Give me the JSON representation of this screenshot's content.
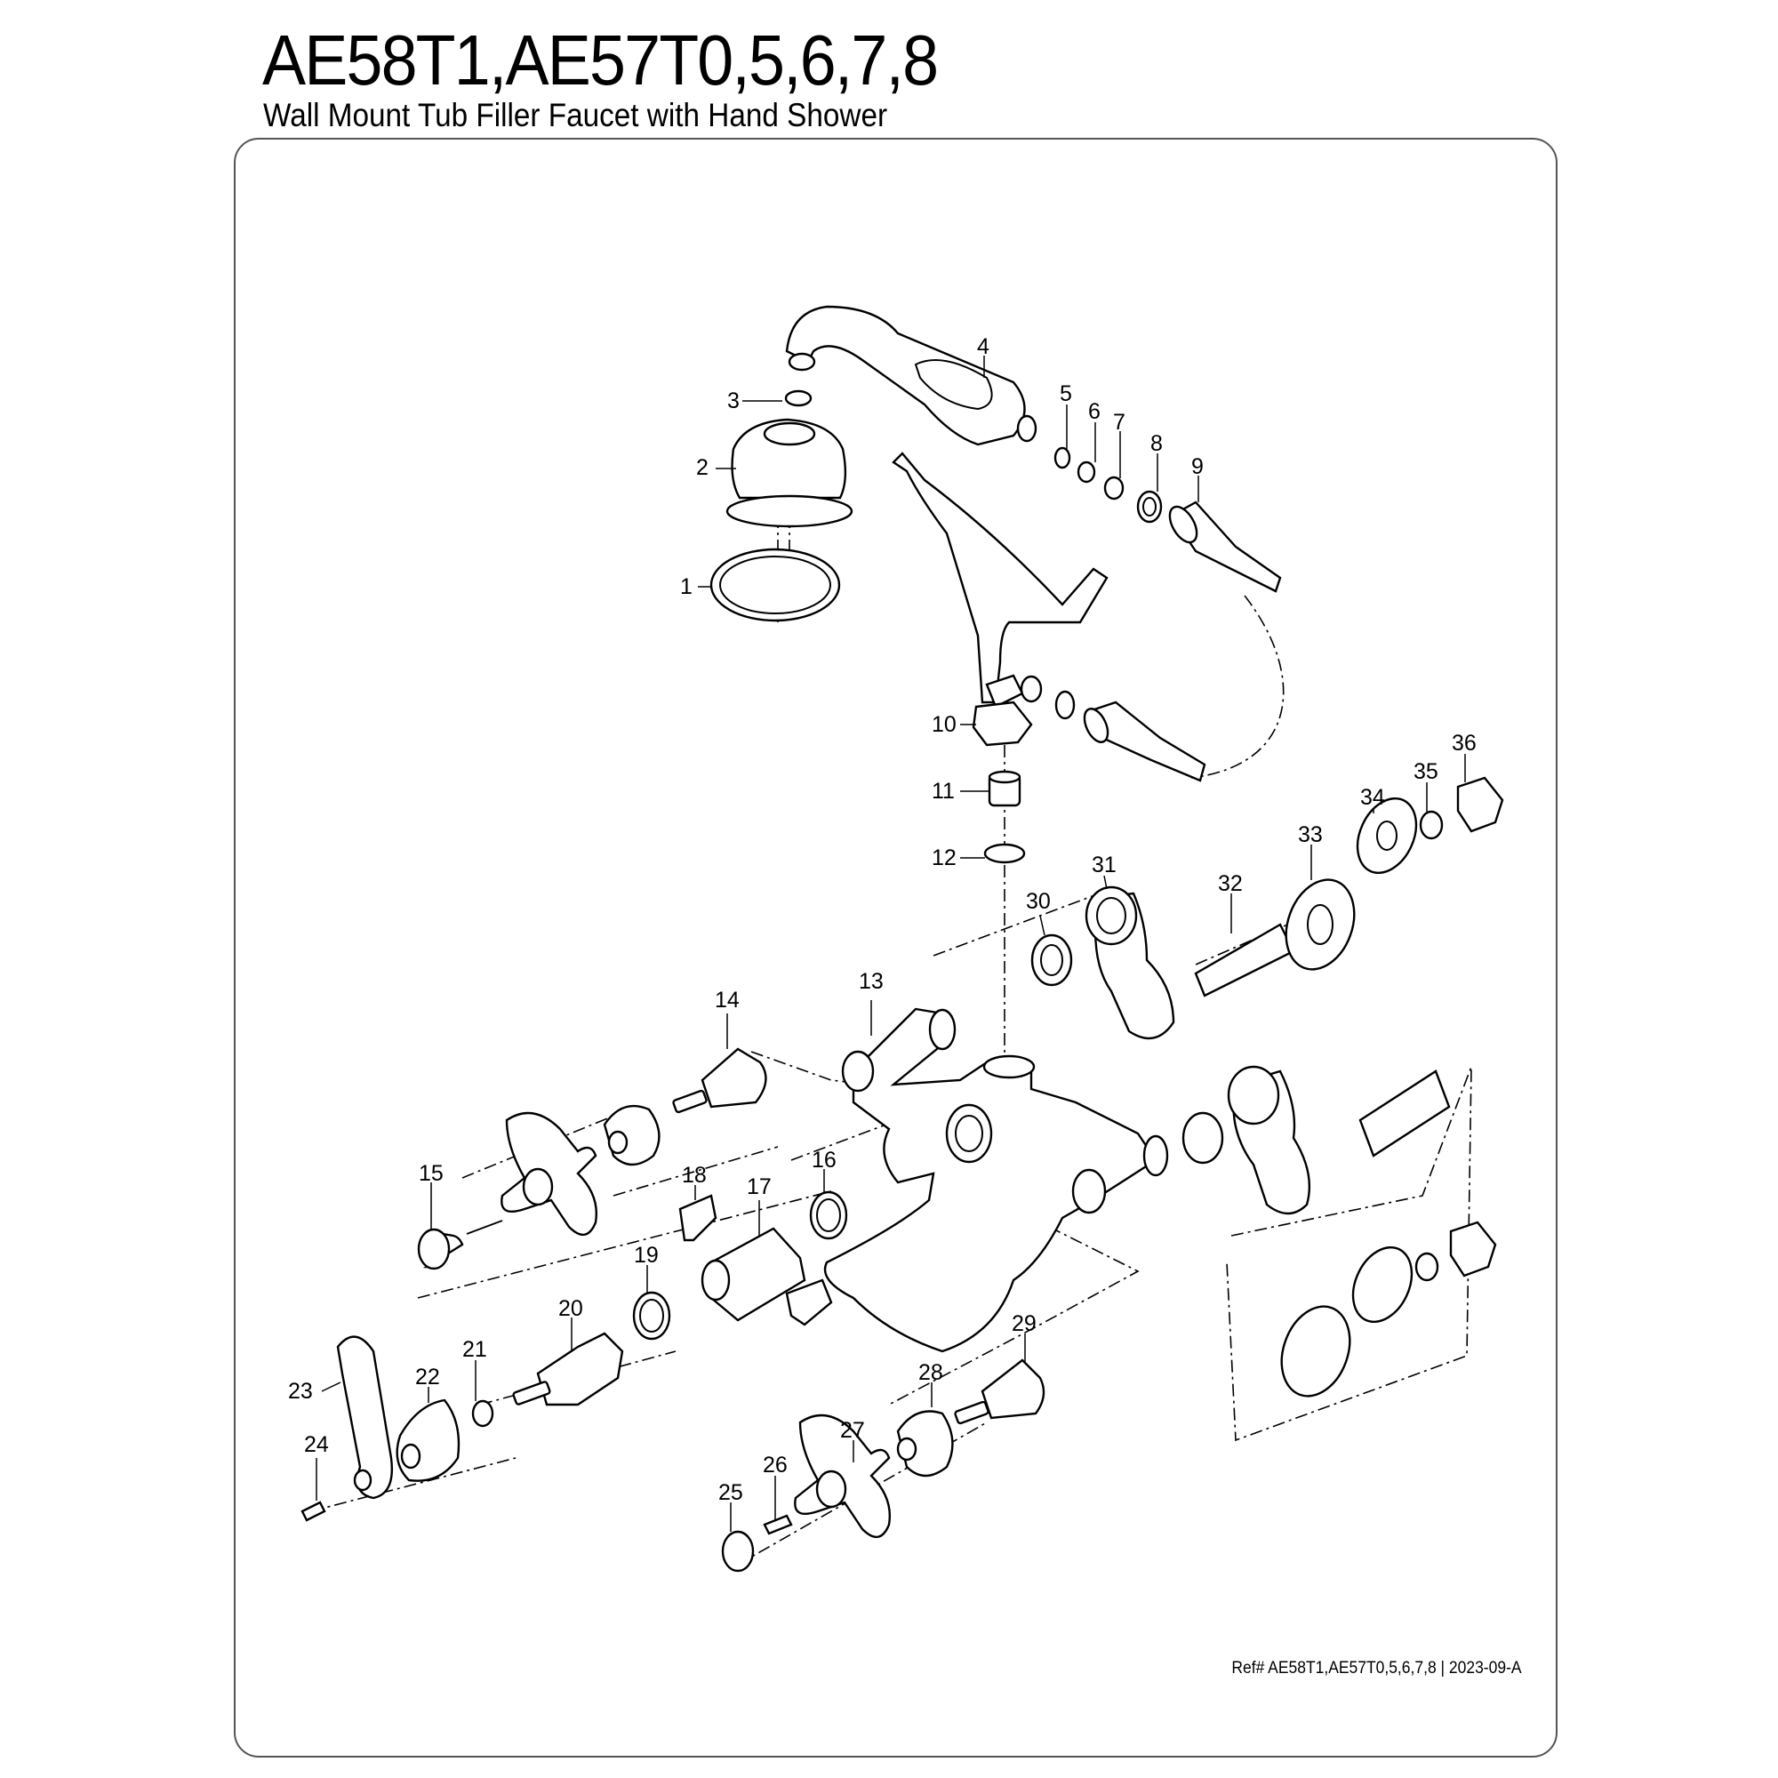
{
  "header": {
    "model": "AE58T1,AE57T0,5,6,7,8",
    "description": "Wall Mount Tub Filler Faucet with Hand Shower"
  },
  "footer": {
    "reference": "Ref# AE58T1,AE57T0,5,6,7,8 | 2023-09-A"
  },
  "callouts": [
    "1",
    "2",
    "3",
    "4",
    "5",
    "6",
    "7",
    "8",
    "9",
    "10",
    "11",
    "12",
    "13",
    "14",
    "15",
    "16",
    "17",
    "18",
    "19",
    "20",
    "21",
    "22",
    "23",
    "24",
    "25",
    "26",
    "27",
    "28",
    "29",
    "30",
    "31",
    "32",
    "33",
    "34",
    "35",
    "36"
  ]
}
